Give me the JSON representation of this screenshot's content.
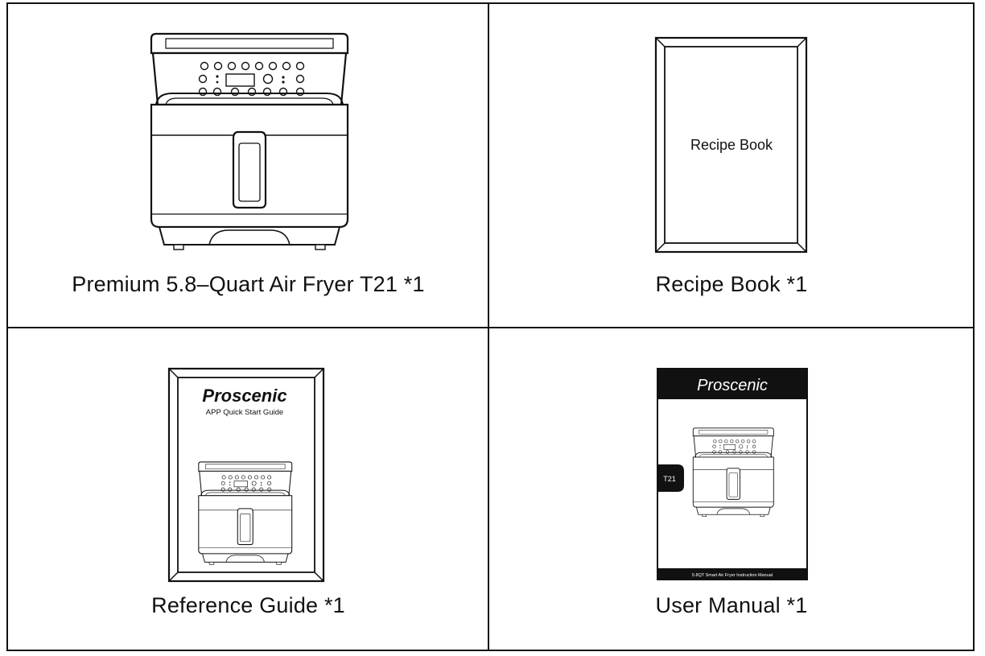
{
  "items": [
    {
      "caption": "Premium 5.8–Quart Air Fryer T21 *1"
    },
    {
      "caption": "Recipe Book *1",
      "cover_text": "Recipe Book"
    },
    {
      "caption": "Reference Guide *1",
      "brand": "Proscenic",
      "subtitle": "APP Quick Start Guide"
    },
    {
      "caption": "User Manual *1",
      "brand": "Proscenic",
      "tab_label": "T21",
      "footer_text": "5.8QT Smart Air Fryer Instruction Manual"
    }
  ]
}
